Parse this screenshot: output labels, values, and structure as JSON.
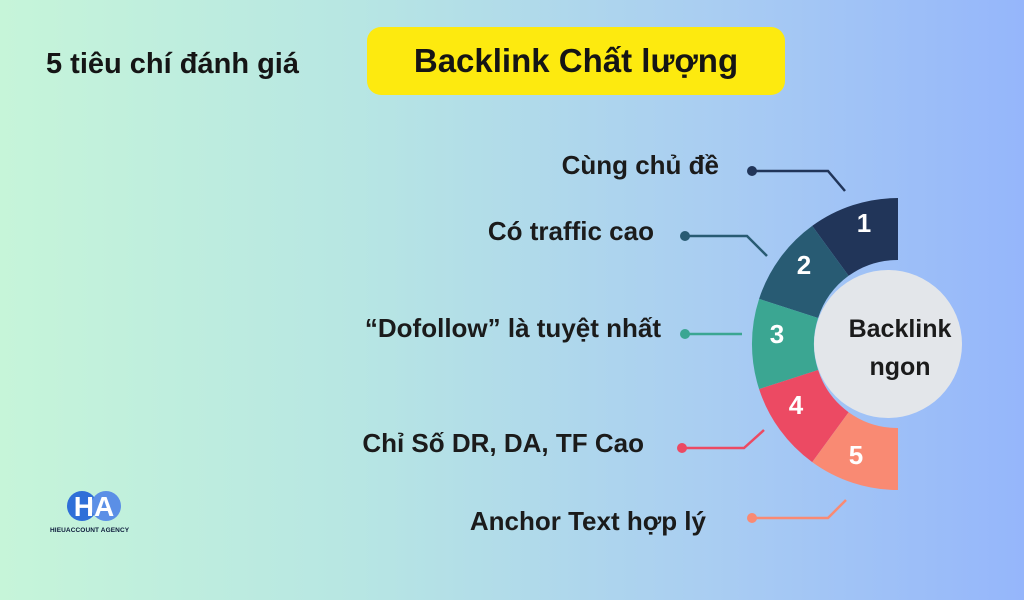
{
  "title": {
    "prefix": "5 tiêu chí đánh giá",
    "highlight": "Backlink Chất lượng"
  },
  "center": {
    "line1": "Backlink",
    "line2": "ngon"
  },
  "criteria": [
    {
      "number": "1",
      "label": "Cùng chủ đề",
      "color": "#213559"
    },
    {
      "number": "2",
      "label": "Có traffic cao",
      "color": "#285b73"
    },
    {
      "number": "3",
      "label": "“Dofollow” là tuyệt nhất",
      "color": "#3ba692"
    },
    {
      "number": "4",
      "label": "Chỉ Số DR, DA, TF Cao",
      "color": "#ec4a63"
    },
    {
      "number": "5",
      "label": "Anchor Text hợp lý",
      "color": "#f98a73"
    }
  ],
  "logo": {
    "mark": "HA",
    "name": "HIEUACCOUNT AGENCY",
    "color": "#2f6fd8"
  }
}
